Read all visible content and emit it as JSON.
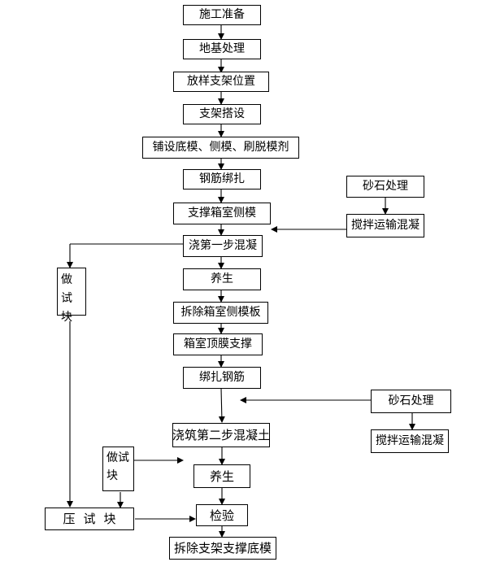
{
  "nodes": {
    "n1": "施工准备",
    "n2": "地基处理",
    "n3": "放样支架位置",
    "n4": "支架搭设",
    "n5": "铺设底模、侧模、刷脱模剂",
    "n6": "钢筋绑扎",
    "n7": "支撑箱室侧模",
    "n8": "浇第一步混凝",
    "n9": "养生",
    "n10": "拆除箱室侧模板",
    "n11": "箱室顶膜支撑",
    "n12": "绑扎钢筋",
    "n13": "浇筑第二步混凝土",
    "n14": "养生",
    "n15": "检验",
    "n16": "拆除支架支撑底模",
    "s1": "砂石处理",
    "s2": "搅拌运输混凝",
    "s3": "砂石处理",
    "s4": "搅拌运输混凝",
    "t1": "做试块",
    "t2": "做试块",
    "t3": "压试块"
  }
}
